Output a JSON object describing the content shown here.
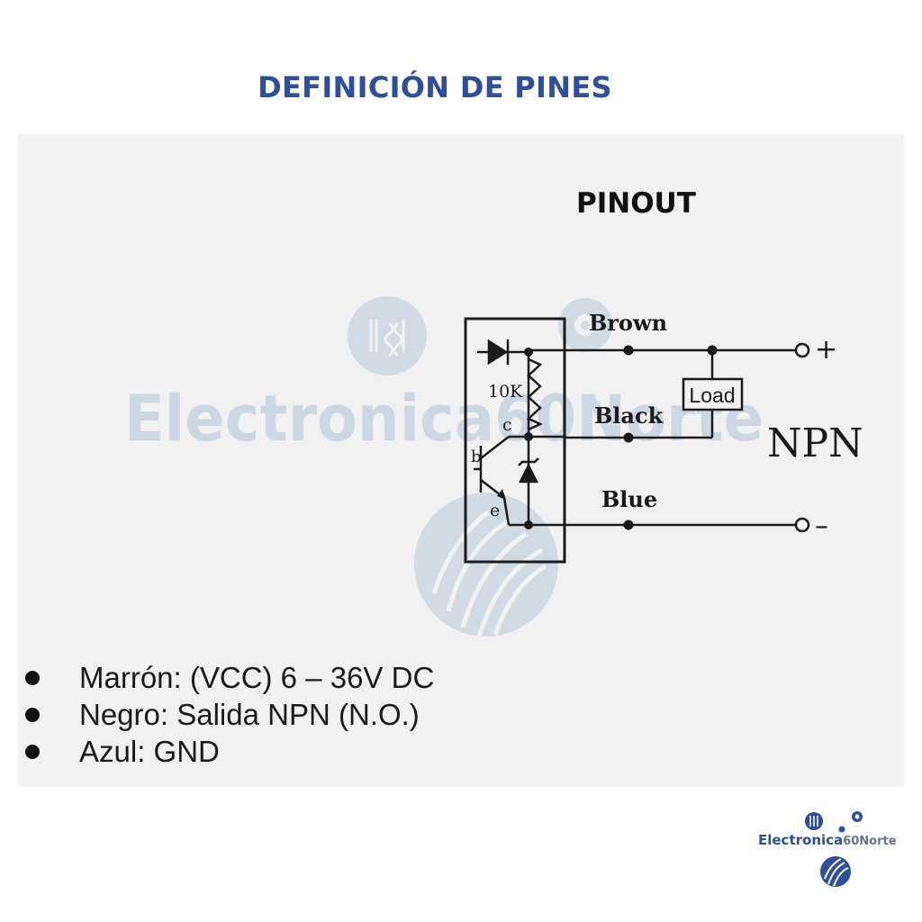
{
  "page": {
    "title": "DEFINICIÓN DE PINES"
  },
  "diagram": {
    "heading": "PINOUT",
    "type_label": "NPN",
    "wires": [
      {
        "label": "Brown",
        "terminal": "+"
      },
      {
        "label": "Black",
        "terminal": ""
      },
      {
        "label": "Blue",
        "terminal": "–"
      }
    ],
    "resistor_label": "10K",
    "load_label": "Load",
    "transistor_labels": {
      "collector": "c",
      "base": "b",
      "emitter": "e"
    },
    "watermark": "Electronica60Norte"
  },
  "pins": [
    {
      "text": "Marrón: (VCC) 6 – 36V DC"
    },
    {
      "text": "Negro: Salida NPN (N.O.)"
    },
    {
      "text": "Azul: GND"
    }
  ],
  "brand": {
    "name_part1": "Electronica",
    "name_part2": "60Norte"
  },
  "colors": {
    "title": "#2f4f9a",
    "watermark": "#c9d3df",
    "line": "#1a1a1a"
  }
}
